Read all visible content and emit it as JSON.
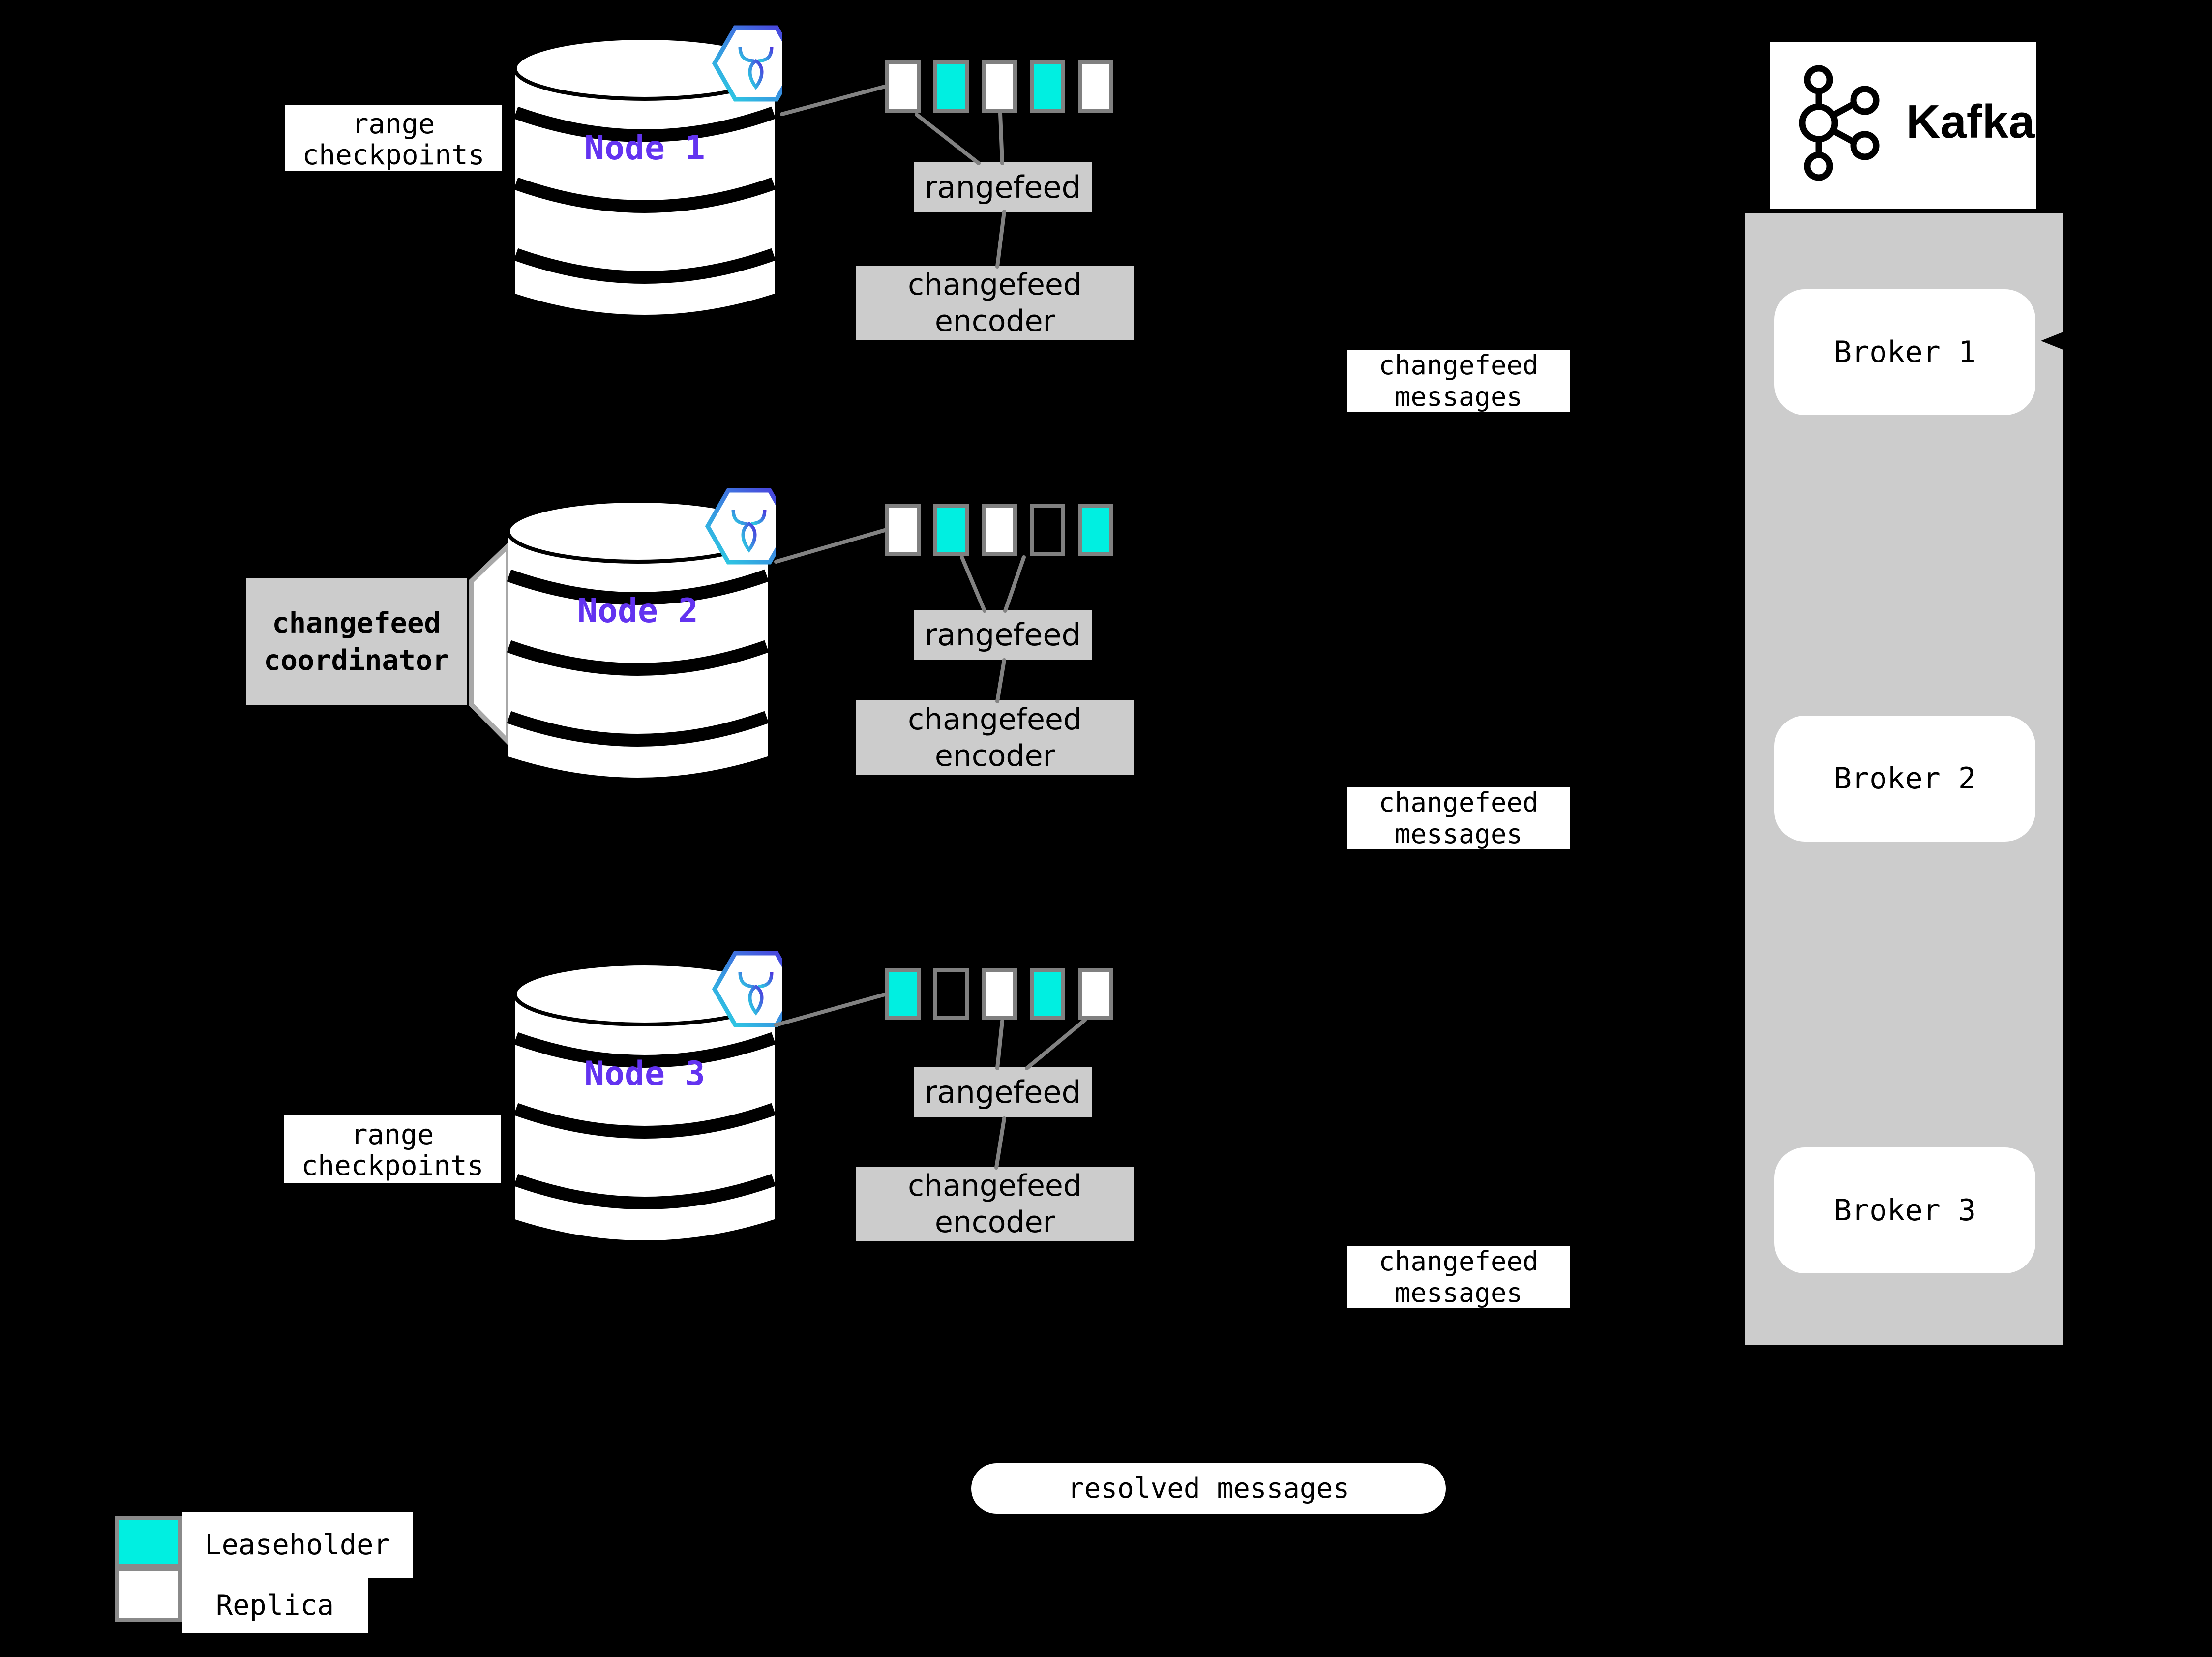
{
  "nodes": [
    {
      "name": "Node 1",
      "checkpoint_line1": "range",
      "checkpoint_line2": "checkpoints",
      "ranges": [
        "replica",
        "leaseholder",
        "replica",
        "leaseholder",
        "replica"
      ],
      "rangefeed_label": "rangefeed",
      "encoder_line1": "changefeed",
      "encoder_line2": "encoder",
      "messages_line1": "changefeed",
      "messages_line2": "messages"
    },
    {
      "name": "Node 2",
      "coordinator_line1": "changefeed",
      "coordinator_line2": "coordinator",
      "ranges": [
        "replica",
        "leaseholder",
        "replica",
        "empty",
        "leaseholder"
      ],
      "rangefeed_label": "rangefeed",
      "encoder_line1": "changefeed",
      "encoder_line2": "encoder",
      "messages_line1": "changefeed",
      "messages_line2": "messages"
    },
    {
      "name": "Node 3",
      "checkpoint_line1": "range",
      "checkpoint_line2": "checkpoints",
      "ranges": [
        "leaseholder",
        "empty",
        "replica",
        "leaseholder",
        "replica"
      ],
      "rangefeed_label": "rangefeed",
      "encoder_line1": "changefeed",
      "encoder_line2": "encoder",
      "messages_line1": "changefeed",
      "messages_line2": "messages"
    }
  ],
  "kafka": {
    "logo_text": "Kafka",
    "brokers": [
      {
        "label": "Broker 1"
      },
      {
        "label": "Broker 2"
      },
      {
        "label": "Broker 3"
      }
    ]
  },
  "resolved_label": "resolved messages",
  "legend": {
    "leaseholder_label": "Leaseholder",
    "replica_label": "Replica"
  },
  "colors": {
    "background": "#000000",
    "leaseholder": "#00efe1",
    "replica": "#ffffff",
    "empty": "#000000",
    "node_text": "#6333f0",
    "box_gray": "#cccccc",
    "line_gray": "#828282",
    "range_border": "#808080"
  }
}
